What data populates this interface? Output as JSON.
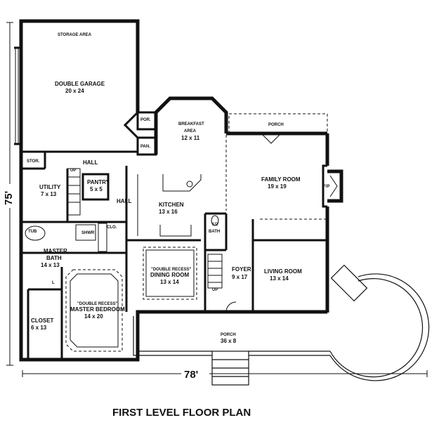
{
  "title": "FIRST LEVEL FLOOR PLAN",
  "dimensions": {
    "width": "78'",
    "depth": "75'"
  },
  "rooms": {
    "storage": {
      "name": "STORAGE AREA"
    },
    "garage": {
      "name": "DOUBLE GARAGE",
      "size": "20 x 24"
    },
    "por": {
      "name": "POR."
    },
    "pan": {
      "name": "PAN."
    },
    "breakfast": {
      "name1": "BREAKFAST",
      "name2": "AREA",
      "size": "12 x 11"
    },
    "porch_top": {
      "name": "PORCH"
    },
    "family": {
      "name": "FAMILY ROOM",
      "size": "19 x 19"
    },
    "fp": {
      "name": "F/P"
    },
    "stor": {
      "name": "STOR."
    },
    "hall_top": {
      "name": "HALL"
    },
    "up_top": {
      "name": "UP"
    },
    "utility": {
      "name": "UTILITY",
      "size": "7 x 13"
    },
    "pantry": {
      "name": "PANTRY",
      "size": "5 x 5"
    },
    "hall_side": {
      "name": "HALL"
    },
    "kitchen": {
      "name": "KITCHEN",
      "size": "13 x 16"
    },
    "half_bath": {
      "name1": "1/2",
      "name2": "BATH"
    },
    "tub": {
      "name": "TUB"
    },
    "clo": {
      "name": "CLO."
    },
    "shwr": {
      "name": "SHWR"
    },
    "master_bath": {
      "name1": "MASTER",
      "name2": "BATH",
      "size": "14 x 13"
    },
    "dining": {
      "recess": "\"DOUBLE RECESS\"",
      "name": "DINING ROOM",
      "size": "13 x 14"
    },
    "foyer": {
      "name": "FOYER",
      "size": "9 x 17"
    },
    "up_foyer": {
      "name": "UP"
    },
    "living": {
      "name": "LIVING ROOM",
      "size": "13 x 14"
    },
    "master_bed": {
      "recess": "\"DOUBLE RECESS\"",
      "name": "MASTER BEDROOM",
      "size": "14 x 20"
    },
    "closet": {
      "name": "CLOSET",
      "size": "6 x 13"
    },
    "lc": {
      "name": "L"
    },
    "porch_front": {
      "name": "PORCH",
      "size": "36 x 8"
    }
  }
}
